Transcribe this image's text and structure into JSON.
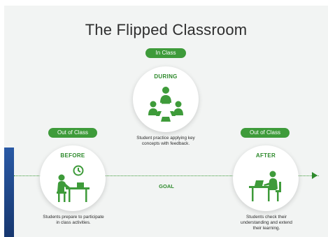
{
  "title": "The Flipped Classroom",
  "timeline": {
    "goal_label": "GOAL"
  },
  "stages": {
    "before": {
      "pill": "Out of Class",
      "label": "BEFORE",
      "description_lines": [
        "Students prepare to participate",
        "in class activities."
      ]
    },
    "during": {
      "pill": "In Class",
      "label": "DURING",
      "description_lines": [
        "Student practice applying key",
        "concepts with feedback."
      ]
    },
    "after": {
      "pill": "Out of Class",
      "label": "AFTER",
      "description_lines": [
        "Students check their",
        "understanding and extend",
        "their learning."
      ]
    }
  },
  "colors": {
    "accent_green": "#3e9b3a",
    "dark_green": "#2e8a2c",
    "background": "#f2f4f3",
    "stripe_blue": "#2a5aa6"
  },
  "icons": [
    "group-collaboration-icon",
    "student-at-desk-with-clock-icon",
    "student-at-laptop-icon",
    "arrow-right-icon"
  ]
}
